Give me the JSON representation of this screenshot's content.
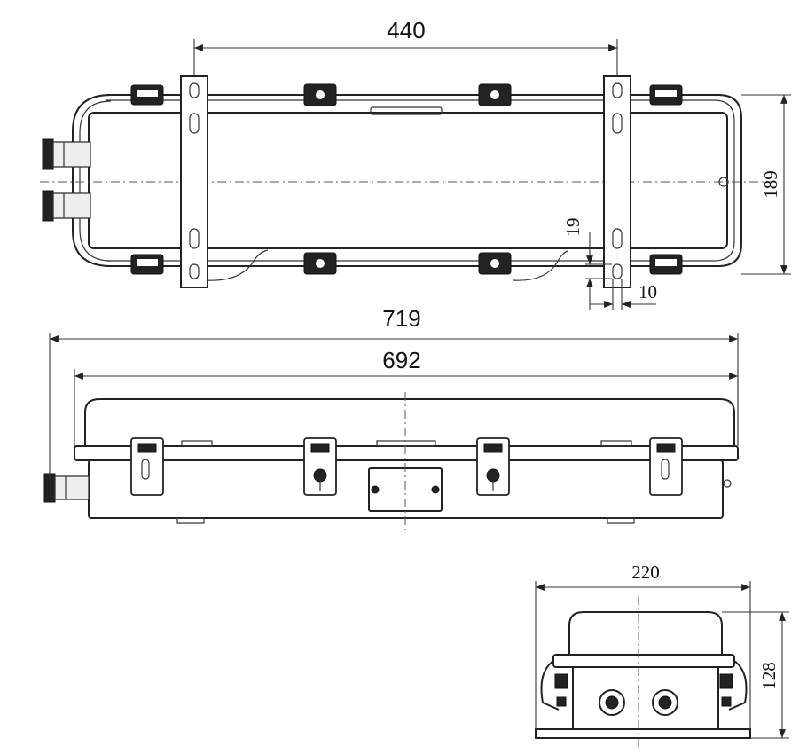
{
  "dimensions": {
    "d440": "440",
    "d189": "189",
    "d19": "19",
    "d10": "10",
    "d719": "719",
    "d692": "692",
    "d220": "220",
    "d128": "128"
  },
  "colors": {
    "line": "#222222",
    "background": "#ffffff"
  }
}
